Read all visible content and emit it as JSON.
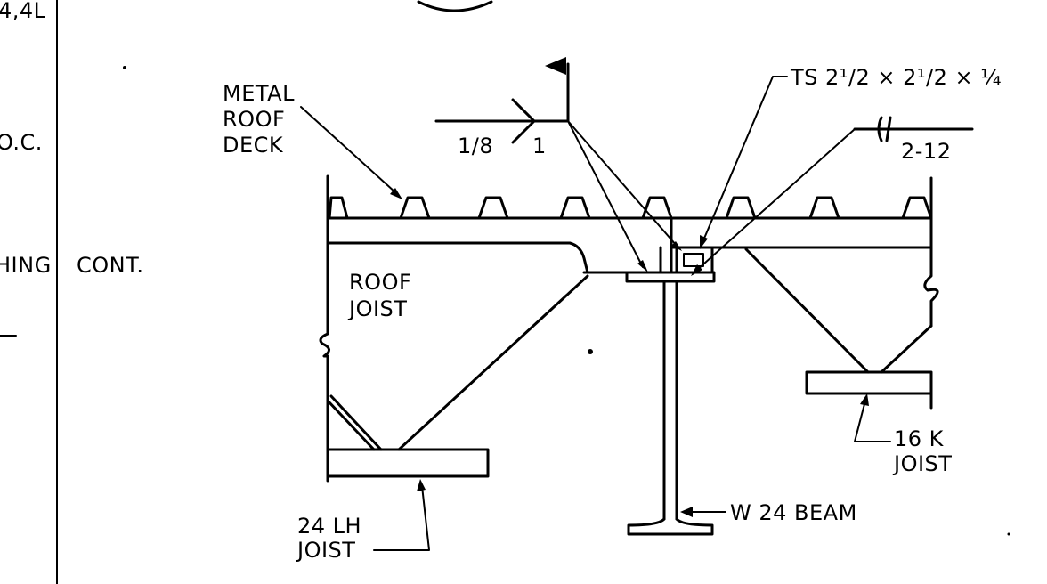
{
  "left_column": {
    "top_fragment": "4,4L",
    "oc_fragment": "O.C.",
    "bridging_fragment": "HING",
    "cont_fragment": "CONT."
  },
  "labels": {
    "metal_roof_deck": [
      "METAL",
      "ROOF",
      "DECK"
    ],
    "roof_joist": [
      "ROOF",
      "JOIST"
    ],
    "joist_24lh": [
      "24 LH",
      "JOIST"
    ],
    "joist_16k": [
      "16 K",
      "JOIST"
    ],
    "w24_beam": "W 24 BEAM",
    "tube_steel": "TS 2¹/2 × 2¹/2 × ¼"
  },
  "weld_symbols": {
    "fillet_size": "1/8",
    "fillet_length": "1",
    "stitch_spec": "2-12"
  }
}
